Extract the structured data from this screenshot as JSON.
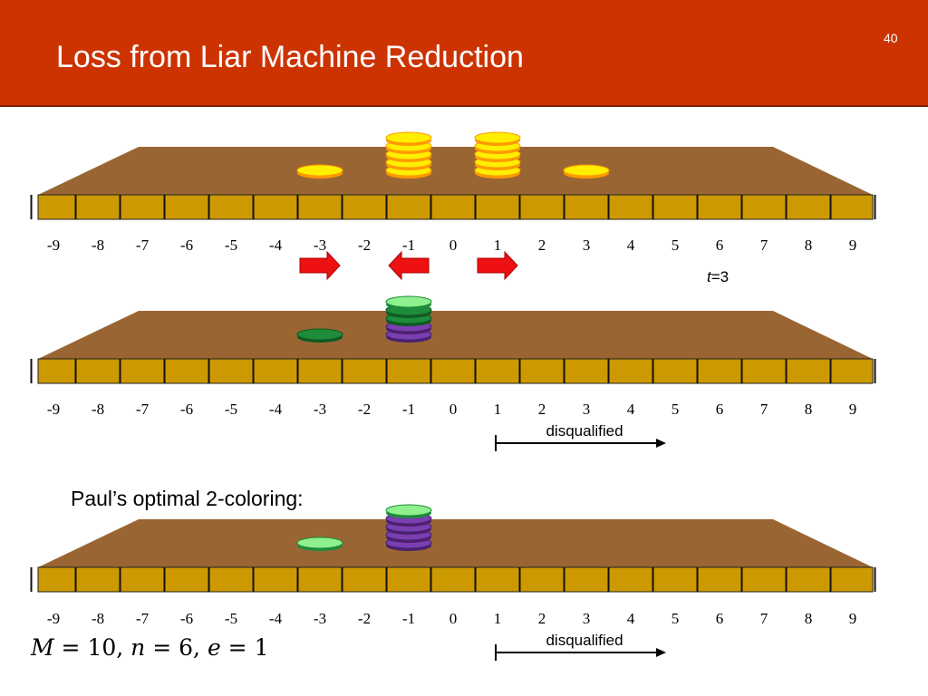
{
  "slide": {
    "title": "Loss from Liar Machine Reduction",
    "page_number": "40"
  },
  "colors": {
    "header": "#cc3300",
    "board": "#996633",
    "cells": "#cc9900",
    "chip_gold": "#ffee00",
    "chip_gold_edge": "#ff9900",
    "chip_green_light": "#8ef08e",
    "chip_green_dark": "#1e8c3a",
    "chip_purple": "#7a3fb0",
    "arrow_red": "#ee1111"
  },
  "tick_labels": [
    "-9",
    "-8",
    "-7",
    "-6",
    "-5",
    "-4",
    "-3",
    "-2",
    "-1",
    "0",
    "1",
    "2",
    "3",
    "4",
    "5",
    "6",
    "7",
    "8",
    "9"
  ],
  "boards": [
    {
      "id": "before",
      "stacks": [
        {
          "position": -3,
          "chips": [
            "gold"
          ]
        },
        {
          "position": -1,
          "chips": [
            "gold",
            "gold",
            "gold",
            "gold",
            "gold"
          ]
        },
        {
          "position": 1,
          "chips": [
            "gold",
            "gold",
            "gold",
            "gold",
            "gold"
          ]
        },
        {
          "position": 3,
          "chips": [
            "gold"
          ]
        }
      ],
      "disqualified": null
    },
    {
      "id": "after",
      "stacks": [
        {
          "position": -3,
          "chips": [
            "green_dark"
          ]
        },
        {
          "position": -1,
          "chips": [
            "purple",
            "purple",
            "green_dark",
            "green_dark",
            "green_light"
          ]
        }
      ],
      "disqualified": {
        "label": "disqualified",
        "from": 1,
        "to": 5
      }
    },
    {
      "id": "optimal",
      "stacks": [
        {
          "position": -3,
          "chips": [
            "green_light"
          ]
        },
        {
          "position": -1,
          "chips": [
            "purple",
            "purple",
            "purple",
            "purple",
            "green_light"
          ]
        }
      ],
      "disqualified": {
        "label": "disqualified",
        "from": 1,
        "to": 5
      }
    }
  ],
  "moves": [
    {
      "at": -3,
      "direction": "right"
    },
    {
      "at": -1,
      "direction": "left"
    },
    {
      "at": 1,
      "direction": "right"
    }
  ],
  "t_label": {
    "var": "t",
    "value": "=3"
  },
  "caption": "Paul’s optimal 2-coloring:",
  "formula": {
    "M": "M",
    "M_val": " = 10,",
    "n": "n",
    "n_val": " = 6,",
    "e": "e",
    "e_val": " = 1"
  }
}
